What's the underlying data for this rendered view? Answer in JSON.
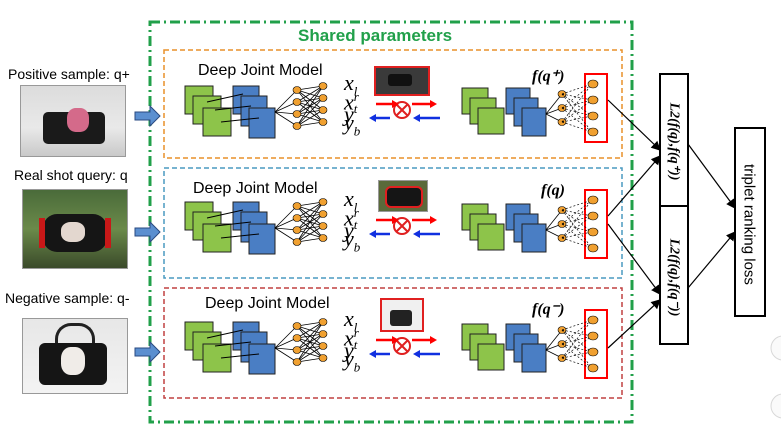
{
  "title": "Shared parameters",
  "model_title": "Deep Joint Model",
  "rows": [
    {
      "sample_label": "Positive sample: q+",
      "f_label": "f(q⁺)",
      "loss_label": "L2(f(q),f(q⁺))"
    },
    {
      "sample_label": "Real shot query: q",
      "f_label": "f(q)"
    },
    {
      "sample_label": "Negative sample: q-",
      "f_label": "f(q⁻)",
      "loss_label": "L2(f(q),f(q⁻))"
    }
  ],
  "box_vars": [
    "x",
    "l",
    "x",
    "r",
    "y",
    "t",
    "y",
    "b"
  ],
  "triplet_label": "triplet ranking loss",
  "colors": {
    "shared_border": "#21a04a",
    "green_layer": "#8dc44a",
    "blue_layer": "#4a7ec4",
    "node": "#f0a030",
    "red_arrow": "#ff0000",
    "blue_arrow": "#1030e0",
    "row_borders": [
      "#e8902a",
      "#4a9ac0",
      "#c04040"
    ],
    "feature_box": "#ff0000"
  }
}
